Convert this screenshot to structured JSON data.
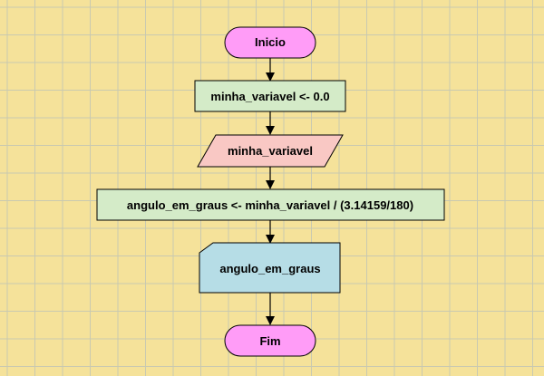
{
  "colors": {
    "background": "#f5e29a",
    "grid": "#c9c9b0",
    "terminal_fill": "#ff9cf7",
    "process_fill": "#d4ebc8",
    "input_fill": "#f9c8c4",
    "output_fill": "#b6dde6",
    "outline": "#000000",
    "arrow": "#000000"
  },
  "flowchart": {
    "start": {
      "label": "Inicio"
    },
    "assign_1": {
      "label": "minha_variavel <- 0.0"
    },
    "read_1": {
      "label": "minha_variavel"
    },
    "assign_2": {
      "label": "angulo_em_graus <- minha_variavel / (3.14159/180)"
    },
    "write_1": {
      "label": "angulo_em_graus"
    },
    "end": {
      "label": "Fim"
    }
  }
}
